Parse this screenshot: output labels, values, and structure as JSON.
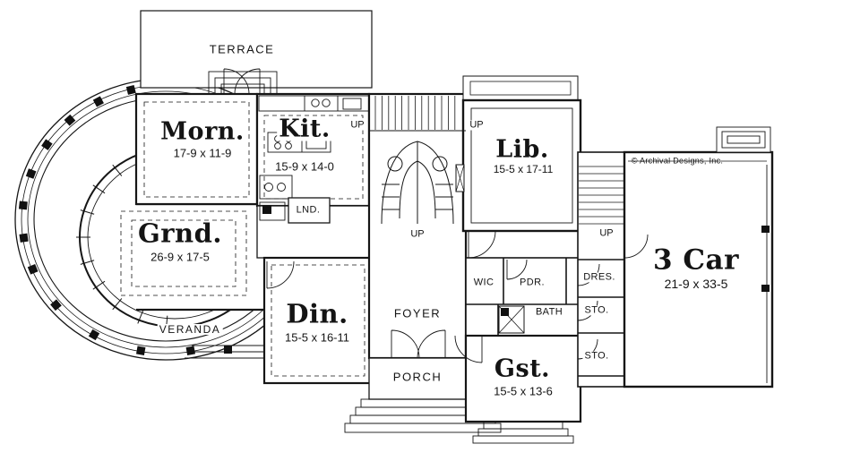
{
  "plan": {
    "copyright": "© Archival Designs, Inc.",
    "rooms": {
      "terrace": {
        "name": "TERRACE"
      },
      "morn": {
        "name": "Morn.",
        "dims": "17-9 x 11-9"
      },
      "kit": {
        "name": "Kit.",
        "dims": "15-9 x 14-0"
      },
      "lib": {
        "name": "Lib.",
        "dims": "15-5 x 17-11"
      },
      "grnd": {
        "name": "Grnd.",
        "dims": "26-9 x 17-5"
      },
      "lnd": {
        "name": "LND."
      },
      "din": {
        "name": "Din.",
        "dims": "15-5 x 16-11"
      },
      "foyer": {
        "name": "FOYER"
      },
      "porch": {
        "name": "PORCH"
      },
      "veranda": {
        "name": "VERANDA"
      },
      "gst": {
        "name": "Gst.",
        "dims": "15-5 x 13-6"
      },
      "garage": {
        "name": "3 Car",
        "dims": "21-9 x 33-5"
      },
      "wic": {
        "name": "WIC"
      },
      "pdr": {
        "name": "PDR."
      },
      "bath": {
        "name": "BATH"
      },
      "dres": {
        "name": "DRES."
      },
      "sto_upper": {
        "name": "STO."
      },
      "sto_lower": {
        "name": "STO."
      }
    },
    "stair_labels": {
      "up_top_left": "UP",
      "up_top_right": "UP",
      "up_center": "UP",
      "up_right": "UP"
    }
  }
}
